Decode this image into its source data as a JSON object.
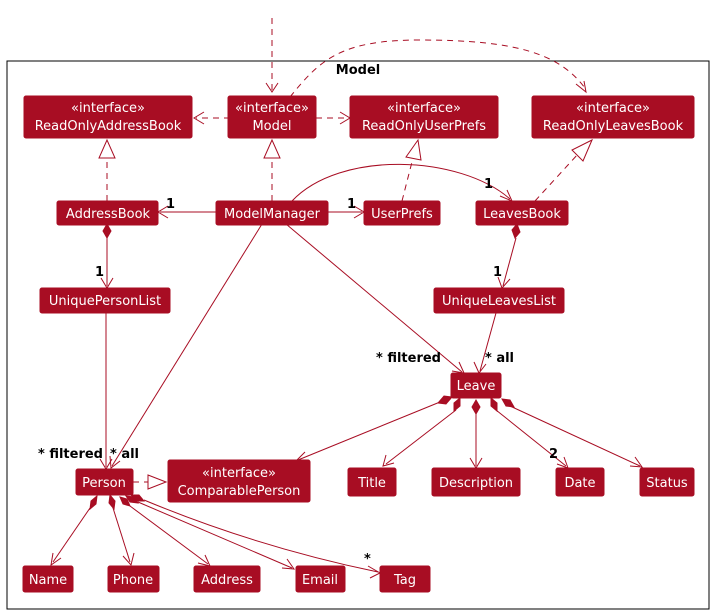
{
  "package": {
    "title": "Model"
  },
  "classes": {
    "iReadOnlyAddressBook": {
      "stereotype": "«interface»",
      "name": "ReadOnlyAddressBook"
    },
    "iModel": {
      "stereotype": "«interface»",
      "name": "Model"
    },
    "iReadOnlyUserPrefs": {
      "stereotype": "«interface»",
      "name": "ReadOnlyUserPrefs"
    },
    "iReadOnlyLeavesBook": {
      "stereotype": "«interface»",
      "name": "ReadOnlyLeavesBook"
    },
    "addressBook": {
      "name": "AddressBook"
    },
    "modelManager": {
      "name": "ModelManager"
    },
    "userPrefs": {
      "name": "UserPrefs"
    },
    "leavesBook": {
      "name": "LeavesBook"
    },
    "uniquePersonList": {
      "name": "UniquePersonList"
    },
    "uniqueLeavesList": {
      "name": "UniqueLeavesList"
    },
    "leave": {
      "name": "Leave"
    },
    "person": {
      "name": "Person"
    },
    "iComparablePerson": {
      "stereotype": "«interface»",
      "name": "ComparablePerson"
    },
    "title": {
      "name": "Title"
    },
    "description": {
      "name": "Description"
    },
    "date": {
      "name": "Date"
    },
    "status": {
      "name": "Status"
    },
    "name": {
      "name": "Name"
    },
    "phone": {
      "name": "Phone"
    },
    "address": {
      "name": "Address"
    },
    "email": {
      "name": "Email"
    },
    "tag": {
      "name": "Tag"
    }
  },
  "multiplicities": {
    "mm_addressbook": "1",
    "mm_userprefs": "1",
    "mm_leavesbook": "1",
    "addressbook_upl": "1",
    "leavesbook_ull": "1",
    "leave_filtered": "* filtered",
    "leave_all": "* all",
    "person_filtered": "* filtered",
    "person_all": "* all",
    "leave_date": "2",
    "person_tag": "*"
  }
}
